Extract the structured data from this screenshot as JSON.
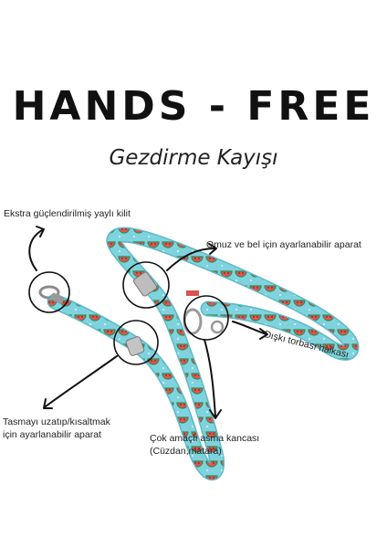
{
  "headline": {
    "title": "HANDS - FREE",
    "subtitle": "Gezdirme Kayışı"
  },
  "callouts": {
    "lock": "Ekstra güçlendirilmiş yaylı kilit",
    "shoulder": "Omuz ve bel için ayarlanabilir aparat",
    "poop_bag": "Dışkı torbası halkası",
    "length_line1": "Tasmayı uzatıp/kısaltmak",
    "length_line2": "için ayarlanabilir aparat",
    "hook_line1": "Çok amaçlı asma kancası",
    "hook_line2": "(Cüzdan,matara)"
  },
  "colors": {
    "background": "#ffffff",
    "strap_base": "#7fd3de",
    "watermelon_red": "#e8524a",
    "watermelon_rind": "#2e8b57",
    "annotation": "#111111"
  }
}
